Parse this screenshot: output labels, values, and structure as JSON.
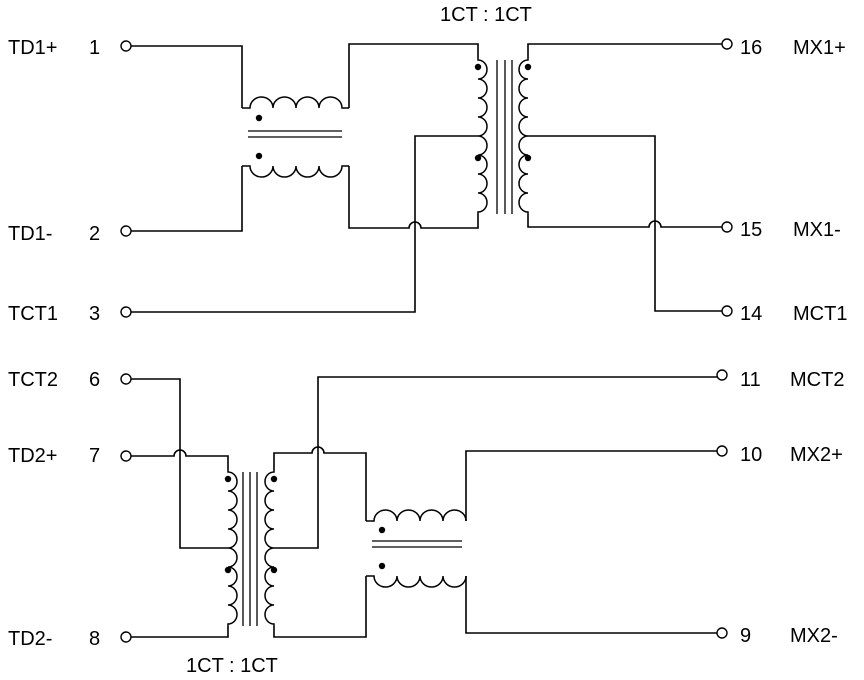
{
  "transformers": {
    "top_ratio": "1CT : 1CT",
    "bottom_ratio": "1CT : 1CT"
  },
  "pins": {
    "td1p": {
      "name": "TD1+",
      "num": "1"
    },
    "td1m": {
      "name": "TD1-",
      "num": "2"
    },
    "tct1": {
      "name": "TCT1",
      "num": "3"
    },
    "mx1p": {
      "num": "16",
      "name": "MX1+"
    },
    "mx1m": {
      "num": "15",
      "name": "MX1-"
    },
    "mct1": {
      "num": "14",
      "name": "MCT1"
    },
    "tct2": {
      "name": "TCT2",
      "num": "6"
    },
    "td2p": {
      "name": "TD2+",
      "num": "7"
    },
    "td2m": {
      "name": "TD2-",
      "num": "8"
    },
    "mct2": {
      "num": "11",
      "name": "MCT2"
    },
    "mx2p": {
      "num": "10",
      "name": "MX2+"
    },
    "mx2m": {
      "num": "9",
      "name": "MX2-"
    }
  },
  "colors": {
    "line": "#000000",
    "background": "#ffffff"
  }
}
